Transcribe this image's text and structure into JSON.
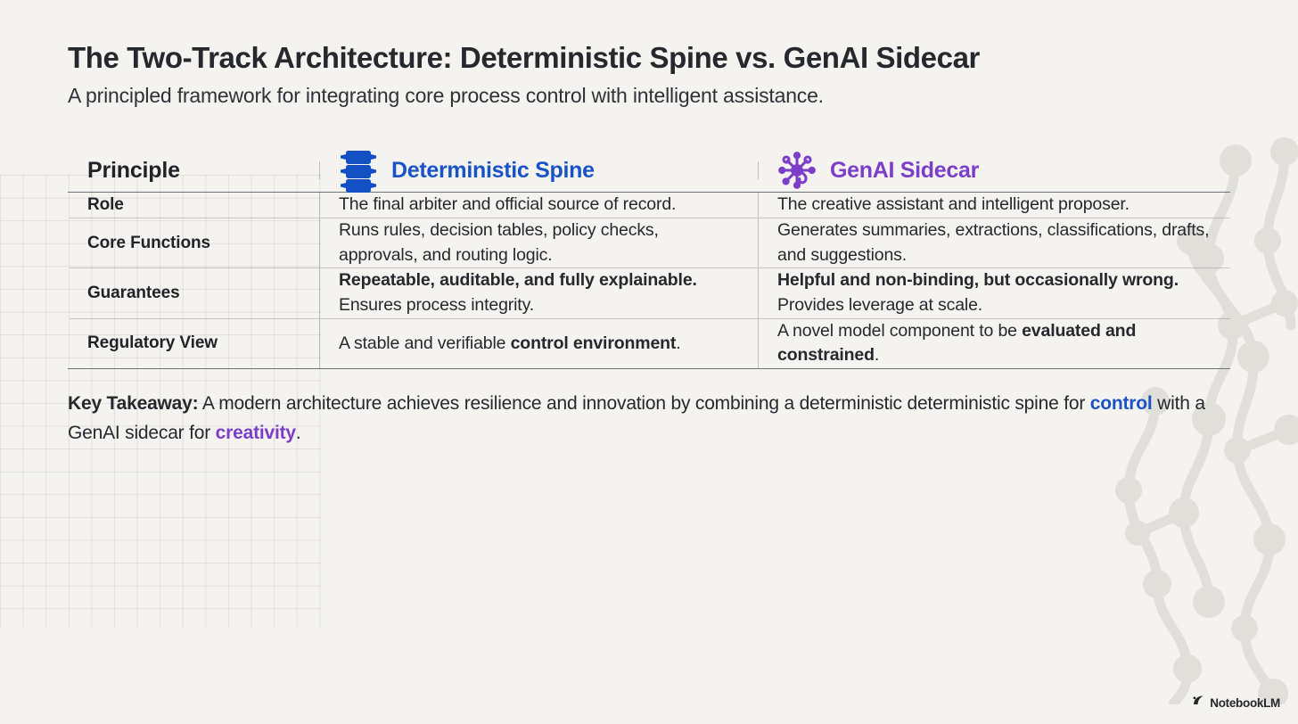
{
  "header": {
    "title": "The Two-Track Architecture: Deterministic Spine vs. GenAI Sidecar",
    "subtitle": "A principled framework for integrating core process control with intelligent assistance."
  },
  "colors": {
    "background": "#f4f3ef",
    "spine_blue": "#1a53c6",
    "genai_purple": "#7c3dc8",
    "text": "#25282d",
    "rule_strong": "#6d7278"
  },
  "table": {
    "columns": [
      {
        "label": "Principle",
        "icon": ""
      },
      {
        "label": "Deterministic Spine",
        "icon": "spine-icon",
        "accent": "#1a53c6"
      },
      {
        "label": "GenAI Sidecar",
        "icon": "network-node-icon",
        "accent": "#7c3dc8"
      }
    ],
    "rows": [
      {
        "label": "Role",
        "spine": [
          {
            "text": "The final arbiter and official source of record.",
            "bold": false
          }
        ],
        "genai": [
          {
            "text": "The creative assistant and intelligent proposer.",
            "bold": false
          }
        ]
      },
      {
        "label": "Core Functions",
        "spine": [
          {
            "text": "Runs rules, decision tables, policy checks, approvals, and routing logic.",
            "bold": false
          }
        ],
        "genai": [
          {
            "text": "Generates summaries, extractions, classifications, drafts, and suggestions.",
            "bold": false
          }
        ]
      },
      {
        "label": "Guarantees",
        "spine": [
          {
            "text": "Repeatable, auditable, and fully explainable.",
            "bold": true
          },
          {
            "text": " Ensures process integrity.",
            "bold": false
          }
        ],
        "genai": [
          {
            "text": "Helpful and non-binding, but occasionally wrong.",
            "bold": true
          },
          {
            "text": " Provides leverage at scale.",
            "bold": false
          }
        ]
      },
      {
        "label": "Regulatory View",
        "spine": [
          {
            "text": "A stable and verifiable ",
            "bold": false
          },
          {
            "text": "control environment",
            "bold": true
          },
          {
            "text": ".",
            "bold": false
          }
        ],
        "genai": [
          {
            "text": "A novel model component to be ",
            "bold": false
          },
          {
            "text": "evaluated and constrained",
            "bold": true
          },
          {
            "text": ".",
            "bold": false
          }
        ]
      }
    ]
  },
  "takeaway": {
    "label": "Key Takeaway:",
    "part1": " A modern architecture achieves resilience and innovation by combining a deterministic deterministic spine for ",
    "highlight1": "control",
    "part2": " with a GenAI sidecar for ",
    "highlight2": "creativity",
    "part3": "."
  },
  "watermark": {
    "text": "NotebookLM",
    "icon": "notebooklm-icon"
  }
}
